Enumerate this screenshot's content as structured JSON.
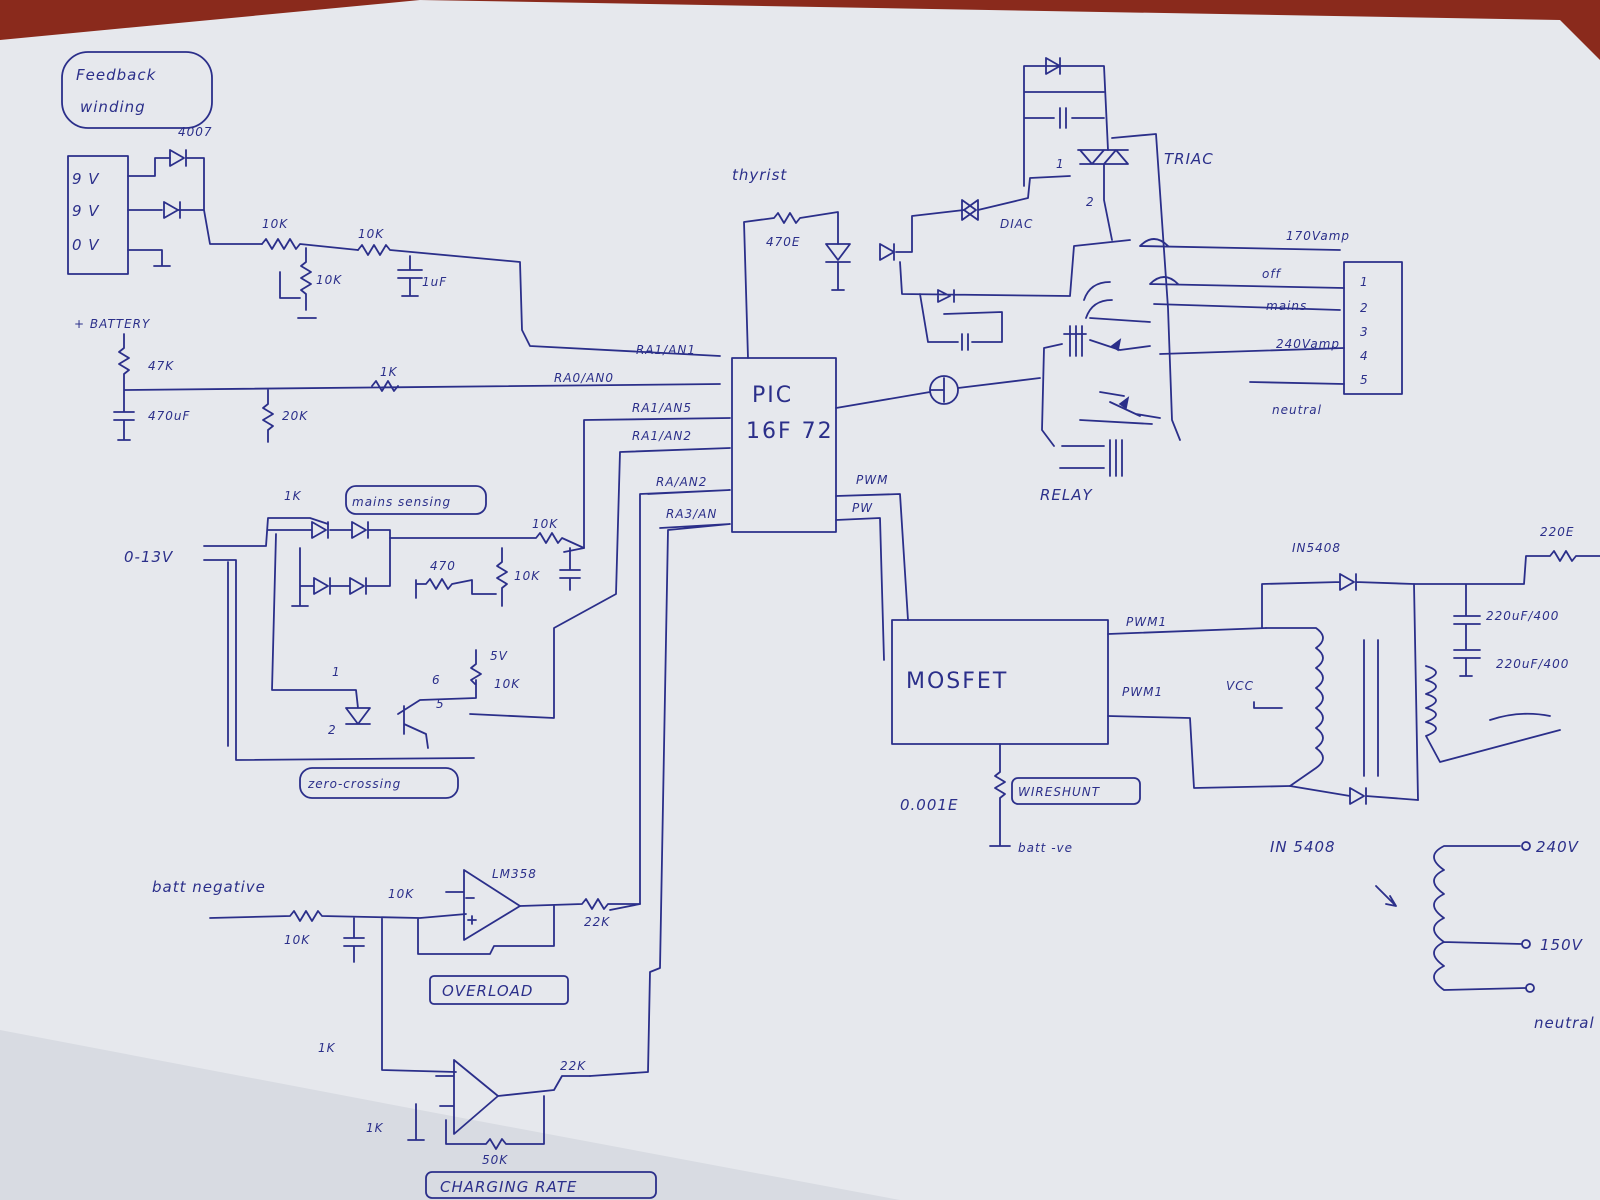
{
  "colors": {
    "ink": "#2b2f8a",
    "paper": "#e7e9ee",
    "background": "#8a2a1c"
  },
  "labels": {
    "feedback_l1": "Feedback",
    "feedback_l2": "winding",
    "d4007": "4007",
    "tap_9v_a": "9 V",
    "tap_9v_b": "9 V",
    "tap_0v": "0 V",
    "r_10k_1": "10K",
    "r_10k_2": "10K",
    "r_10k_3": "10K",
    "c_1uf": "1uF",
    "battery_plus": "+ BATTERY",
    "r_47k": "47K",
    "c_470uf": "470uF",
    "r_20k": "20K",
    "r_1k_main": "1K",
    "rao_ano": "RA0/AN0",
    "ra1_an1": "RA1/AN1",
    "ra1_an5": "RA1/AN5",
    "ra1_an2": "RA1/AN2",
    "ra_an2": "RA/AN2",
    "ra_an3": "RA3/AN",
    "pic_l1": "PIC",
    "pic_l2": "16F 72",
    "thyrist": "thyrist",
    "r_470": "470E",
    "diac": "DIAC",
    "triac": "TRIAC",
    "pin_1": "1",
    "pin_2": "2",
    "pin_3": "3",
    "pin_4": "4",
    "pin_5": "5",
    "out_1": "170Vamp",
    "out_2": "off",
    "out_3": "mains",
    "out_4": "240Vamp",
    "out_5": "neutral",
    "relay": "RELAY",
    "pwm_a": "PWM",
    "pwm_b": "PW",
    "mosfet": "MOSFET",
    "pwm1_a": "PWM1",
    "pwm1_b": "PWM1",
    "vcc": "VCC",
    "in5408_top": "IN5408",
    "in5408_bot": "IN 5408",
    "r_220e": "220E",
    "c_220uf_a": "220uF/400",
    "c_220uf_b": "220uF/400",
    "r_0001": "0.001E",
    "wire_shunt": "WIRESHUNT",
    "batt_neg_bottom": "batt -ve",
    "tap_240v": "240V",
    "tap_150v": "150V",
    "tap_neutral": "neutral",
    "mains_sensing": "mains sensing",
    "in_0_13v": "0-13V",
    "r_1k_zc": "1K",
    "r_10k_ms": "10K",
    "r_470_ms": "470",
    "r_10k_ms2": "10K",
    "r_10k_zc": "10K",
    "v_5v": "5V",
    "pin_6": "6",
    "pin_5b": "5",
    "pin_1b": "1",
    "pin_2b": "2",
    "zero_crossing": "zero-crossing",
    "batt_negative": "batt negative",
    "r_10k_ol_a": "10K",
    "r_10k_ol_b": "10K",
    "lm358": "LM358",
    "r_22k": "22K",
    "overload": "OVERLOAD",
    "r_1k_cr": "1K",
    "r_22k_cr": "22K",
    "r_1k_cr2": "1K",
    "r_50k": "50K",
    "charging_rate": "CHARGING RATE"
  }
}
